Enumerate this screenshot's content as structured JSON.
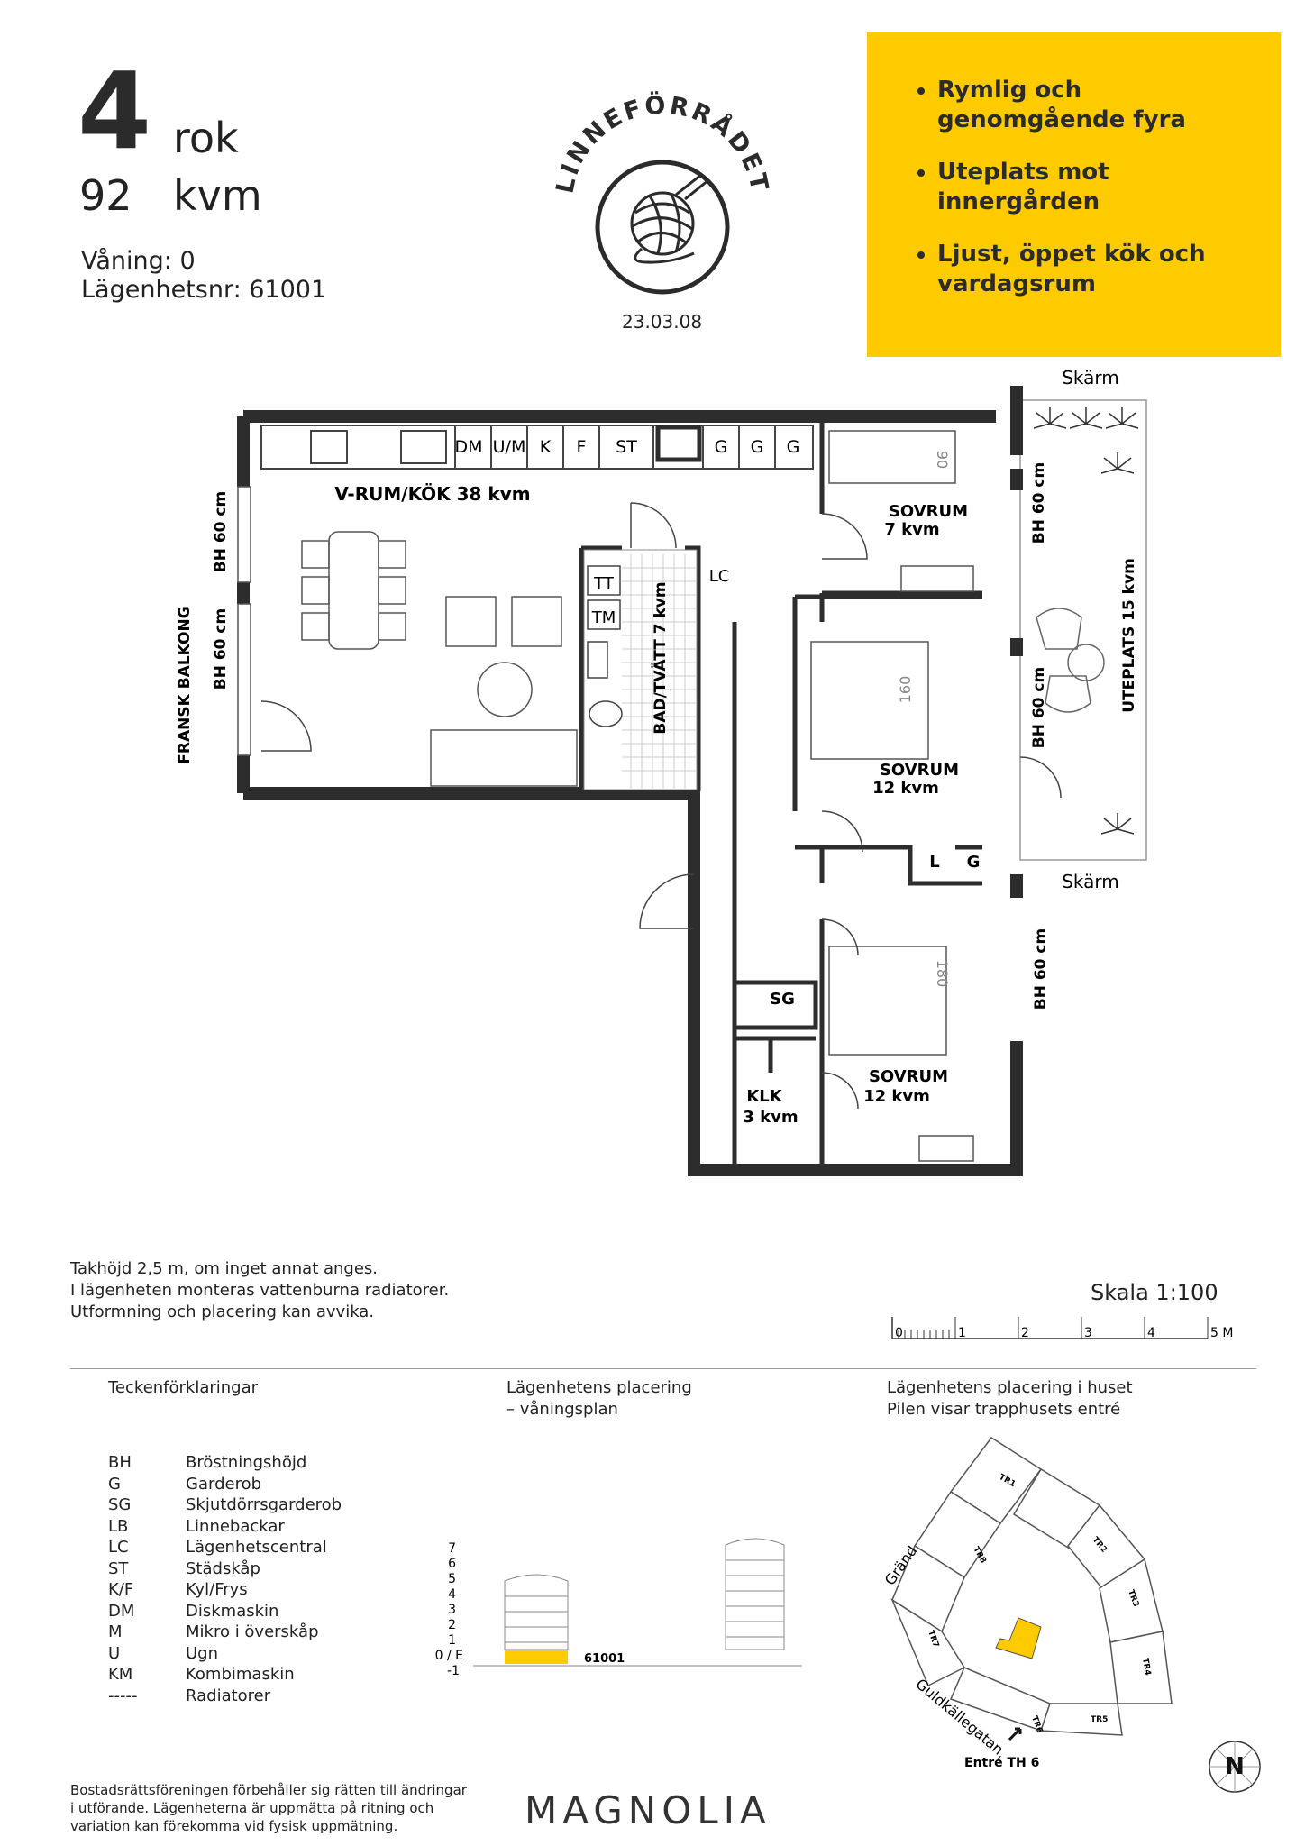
{
  "header": {
    "rooms_number": "4",
    "rooms_unit": "rok",
    "area_number": "92",
    "area_unit": "kvm",
    "floor": "Våning: 0",
    "apartment_no": "Lägenhetsnr: 61001",
    "date": "23.03.08",
    "logo_text": "LINNEFÖRRÅDET"
  },
  "highlights": [
    "Rymlig och genomgående fyra",
    "Uteplats mot innergården",
    "Ljust, öppet kök och vardagsrum"
  ],
  "plan": {
    "living": "V-RUM/KÖK 38 kvm",
    "kitchen_labels": [
      "DM",
      "U/M",
      "K",
      "F",
      "ST",
      "G",
      "G",
      "G"
    ],
    "fransk_balkong": "FRANSK BALKONG",
    "bh60": "BH 60 cm",
    "bath": "BAD/TVÄTT 7 kvm",
    "tt": "TT",
    "tm": "TM",
    "lc": "LC",
    "bed1_name": "SOVRUM",
    "bed1_area": "7 kvm",
    "bed1_size": "90",
    "bed2_name": "SOVRUM",
    "bed2_area": "12 kvm",
    "bed2_size": "160",
    "bed3_name": "SOVRUM",
    "bed3_area": "12 kvm",
    "bed3_size": "180",
    "l": "L",
    "g": "G",
    "sg": "SG",
    "klk_name": "KLK",
    "klk_area": "3 kvm",
    "skarm_top": "Skärm",
    "skarm_bottom": "Skärm",
    "uteplats": "UTEPLATS 15 kvm"
  },
  "notes": [
    "Takhöjd 2,5 m, om inget annat anges.",
    "I lägenheten monteras vattenburna radiatorer.",
    "Utformning och placering kan avvika."
  ],
  "scale": {
    "title": "Skala 1:100",
    "ticks": [
      "0",
      "1",
      "2",
      "3",
      "4",
      "5 M"
    ]
  },
  "legend": {
    "title": "Teckenförklaringar",
    "items": [
      {
        "k": "BH",
        "v": "Bröstningshöjd"
      },
      {
        "k": "G",
        "v": "Garderob"
      },
      {
        "k": "SG",
        "v": "Skjutdörrsgarderob"
      },
      {
        "k": "LB",
        "v": "Linnebackar"
      },
      {
        "k": "LC",
        "v": "Lägenhetscentral"
      },
      {
        "k": "ST",
        "v": "Städskåp"
      },
      {
        "k": "K/F",
        "v": "Kyl/Frys"
      },
      {
        "k": "DM",
        "v": "Diskmaskin"
      },
      {
        "k": "M",
        "v": "Mikro i överskåp"
      },
      {
        "k": "U",
        "v": "Ugn"
      },
      {
        "k": "KM",
        "v": "Kombimaskin"
      },
      {
        "k": "-----",
        "v": "Radiatorer"
      }
    ]
  },
  "placement_floor": {
    "title1": "Lägenhetens placering",
    "title2": "– våningsplan",
    "levels": [
      "7",
      "6",
      "5",
      "4",
      "3",
      "2",
      "1",
      "0 / E",
      "-1"
    ],
    "apt": "61001",
    "highlight_color": "#fecb00"
  },
  "placement_house": {
    "title1": "Lägenhetens placering i huset",
    "title2": "Pilen visar trapphusets entré",
    "street1": "Gränd",
    "street2": "Guldkällegatan",
    "entrance": "Entré TH 6",
    "stairs": [
      "TR1",
      "TR2",
      "TR3",
      "TR4",
      "TR5",
      "TR6",
      "TR7",
      "TR8"
    ],
    "north": "N"
  },
  "footer": {
    "disclaimer": [
      "Bostadsrättsföreningen förbehåller sig rätten till ändringar",
      "i utförande. Lägenheterna är uppmätta på ritning och",
      "variation kan förekomma vid fysisk uppmätning."
    ],
    "brand": "MAGNOLIA"
  }
}
